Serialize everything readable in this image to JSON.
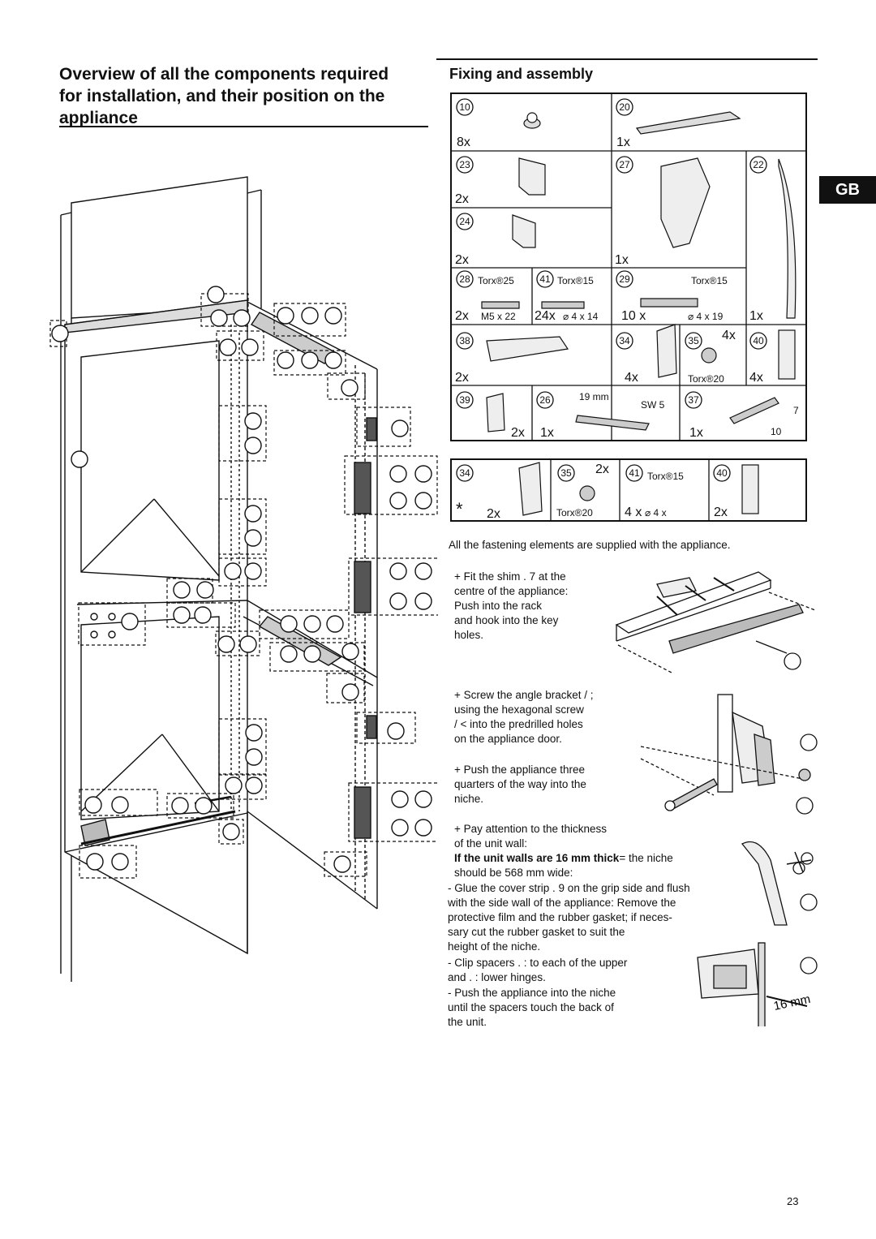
{
  "page": {
    "title_lines": [
      "Overview of all the components required",
      "for installation, and their position on the",
      "appliance"
    ],
    "section_title": "Fixing and assembly",
    "language_tab": "GB",
    "page_number": "23"
  },
  "parts_table": {
    "cells": [
      {
        "id": "10",
        "qty": "8x"
      },
      {
        "id": "20",
        "qty": "1x"
      },
      {
        "id": "23",
        "qty": "2x"
      },
      {
        "id": "27",
        "qty": "1x"
      },
      {
        "id": "22",
        "qty": "1x"
      },
      {
        "id": "24",
        "qty": "2x"
      },
      {
        "id": "28",
        "spec": "Torx®25",
        "qty": "2x",
        "size": "M5 x 22"
      },
      {
        "id": "41",
        "spec": "Torx®15",
        "qty": "24x",
        "size": "⌀ 4 x 14"
      },
      {
        "id": "29",
        "spec": "Torx®15",
        "qty": "10 x",
        "size": "⌀ 4 x 19"
      },
      {
        "id": "38",
        "qty": "2x"
      },
      {
        "id": "34",
        "qty": "4x"
      },
      {
        "id": "35",
        "qty": "4x",
        "spec": "Torx®20"
      },
      {
        "id": "40",
        "qty": "4x"
      },
      {
        "id": "39",
        "qty": "2x"
      },
      {
        "id": "26",
        "qty": "1x",
        "spec": "19 mm",
        "spec2": "SW 5"
      },
      {
        "id": "37",
        "qty": "1x",
        "callout_a": "7",
        "callout_b": "10"
      }
    ]
  },
  "optional_table": {
    "marker": "*",
    "cells": [
      {
        "id": "34",
        "qty": "2x"
      },
      {
        "id": "35",
        "qty": "2x",
        "spec": "Torx®20"
      },
      {
        "id": "41",
        "spec": "Torx®15",
        "qty": "4 x",
        "size": "⌀ 4 x"
      },
      {
        "id": "40",
        "qty": "2x"
      }
    ]
  },
  "supply_note": "All the fastening elements are supplied with the appliance.",
  "steps": {
    "s1": [
      "+ Fit the shim  . 7 at the",
      "centre of the appliance:",
      "Push into the rack",
      "and hook into the key",
      "holes."
    ],
    "s2": [
      "+ Screw the angle bracket  / ;",
      "using the hexagonal screw",
      "/ < into the predrilled holes",
      "on the appliance door."
    ],
    "s3": [
      "+ Push the appliance three",
      "quarters of the way into the",
      "niche."
    ],
    "s4": [
      "+ Pay attention to the thickness",
      "of the unit wall:"
    ],
    "s4_bold": "If the unit walls are 16 mm thick",
    "s4_rest": "= the niche",
    "s4_more": [
      "should be 568 mm wide:"
    ],
    "d1": [
      "- Glue the cover strip  . 9 on the grip side and flush",
      "with the side wall of the appliance: Remove the",
      "protective film and the rubber gasket; if neces-",
      "sary cut the rubber gasket to suit the",
      "height of the niche."
    ],
    "d2": [
      "- Clip spacers  . : to each of the upper",
      "and  . : lower hinges."
    ],
    "d3": [
      "- Push the appliance into the niche",
      "until the spacers touch the back of",
      "the unit."
    ]
  },
  "figure_labels": {
    "mm16": "16 mm"
  }
}
